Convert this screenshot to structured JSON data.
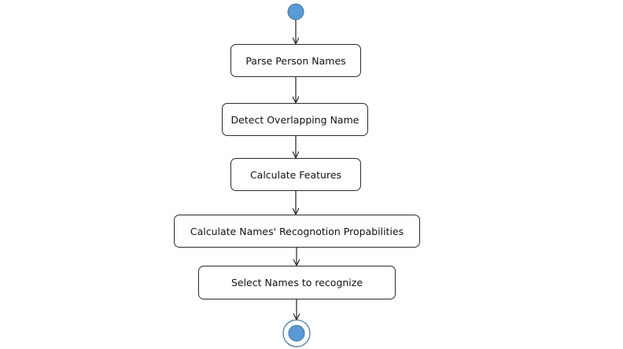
{
  "diagram": {
    "type": "activity-flow",
    "colors": {
      "node_fill": "#5b9bd5",
      "node_stroke": "#41719c",
      "box_border": "#2b2b2b",
      "arrow": "#222222",
      "text": "#111111"
    },
    "steps": [
      "Parse Person Names",
      "Detect Overlapping Name",
      "Calculate Features",
      "Calculate Names' Recognotion Propabilities",
      "Select Names to recognize"
    ]
  }
}
